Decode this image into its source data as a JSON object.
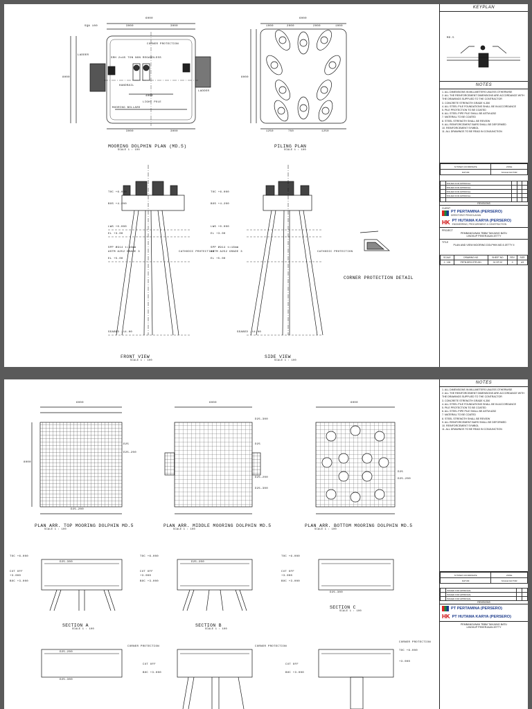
{
  "sheet1": {
    "titles": {
      "mooring_plan": "MOORING DOLPHIN PLAN (MD.5)",
      "piling_plan": "PILING PLAN",
      "front_view": "FRONT VIEW",
      "side_view": "SIDE VIEW",
      "corner_detail": "CORNER PROTECTION DETAIL"
    },
    "scale_label": "SCALE 1 : 100",
    "dims": {
      "d6000": "6000",
      "d3000": "3000",
      "d1000": "1000",
      "d2000": "2000",
      "d4000": "4000",
      "d8000": "8000",
      "d1250": "1250",
      "d750": "750"
    },
    "callouts": {
      "sqa": "SQA 100",
      "corner_protection": "CORNER PROTECTION",
      "bollard": "SRH 2x45 TON NON REGARDLESS",
      "ladder": "LADDER",
      "handrail": "HANDRAIL",
      "light_pole": "LIGHT POLE",
      "mooring_bollard": "MOORING BOLLARD",
      "toc": "TOC +6.000",
      "bos": "BOS +4.200",
      "lws": "LWS +0.000",
      "el": "EL +3.00",
      "el2": "EL +5.00",
      "spp": "SPP Ø914 t=16mm",
      "spp2": "ASTM A252 GRADE 3",
      "seabed": "SEABED -14.00",
      "cathodic": "CATHODIC PROTECTION",
      "md5": "MD.5"
    },
    "keyplan_label": "KEYPLAN",
    "notes_label": "NOTES"
  },
  "sheet2": {
    "titles": {
      "plan_top": "PLAN ARR. TOP MOORING DOLPHIN MD.5",
      "plan_middle": "PLAN ARR. MIDDLE MOORING DOLPHIN MD.5",
      "plan_bottom": "PLAN ARR. BOTTOM MOORING DOLPHIN MD.5",
      "section_a": "SECTION A",
      "section_b": "SECTION B",
      "section_c": "SECTION C"
    },
    "scale_label": "SCALE 1 : 100",
    "rebar": {
      "d25_200": "D25-200",
      "d25_300": "D25-300",
      "d25": "D25"
    },
    "callouts": {
      "toc": "TOC +6.000",
      "cut_off": "CUT OFF",
      "cut_val": "+3.000",
      "boc": "BOC +3.000",
      "corner_protection": "CORNER PROTECTION"
    },
    "notes_label": "NOTES"
  },
  "notes_lines": [
    "1. ALL DIMENSIONS IN MILLIMETERS UNLESS OTHERWISE",
    "2. ALL THE REINFORCEMENT DIMENSIONS ARE ACCORDANCE WITH",
    "   THE DRAWINGS SUPPLIED TO THE CONTRACTOR",
    "3. CONCRETE STRENGTH GRADE K-350",
    "4. ALL STEEL PILE FOUNDATIONS SHALL BE IN ACCORDANCE",
    "5. PILE PROTECTION TO BE COATED",
    "6. ALL STEEL PIPE PILE SHALL BE ASTM A252",
    "7. MATERIAL TO BE COATED",
    "8. STEEL STRENGTH SHALL BE REVIEW",
    "9. ALL REINFORCEMENT BARS SHALL BE DEFORMED",
    "10. REINFORCEMENT SYMBOL",
    "11. ALL DRAWINGS TO BE READ IN CONJUNCTION"
  ],
  "titleblock": {
    "system_coordinate": "SYSTEM COORDINATE",
    "datum": "DATUM",
    "zone": "ZONE",
    "scale_factor": "SCALE FACTOR",
    "revisions": "REVISIONS",
    "client_label": "CLIENT",
    "client_name": "PT PERTAMINA (PERSERO)",
    "client_sub": "DIREKTORAT PENGOLAHAN",
    "contractor_name": "PT HUTAMA KARYA (PERSERO)",
    "contractor_sub": "ENGINEERING, PROCUREMENT & CONSTRUCTION",
    "contractor_logo": "HK",
    "project_label": "PROJECT",
    "project_line1": "PEMBANGUNAN TBBM TANJUNG BATU",
    "project_line2": "LINGKUP PEKERJAAN JETTY",
    "title_label": "TITLE",
    "title_value": "PLAN AND VIEW MOORING DOLPHIN MD.5 JETTY II",
    "scale_head": "SCALE",
    "drawing_no_head": "DRAWING NO",
    "sheet_no_head": "SHEET NO",
    "rev_head": "REV",
    "size_head": "SIZE",
    "scale_value": "1 : 100",
    "drawing_no_value": "PETB-DRG-STR-001",
    "sheet_no_value": "01 OF 02",
    "rev_value": "0",
    "size_value": "A3",
    "rev_desc": "ISSUED FOR APPROVAL"
  }
}
